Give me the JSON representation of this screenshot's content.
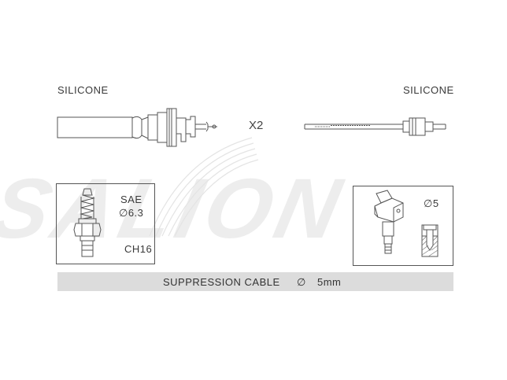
{
  "labels": {
    "left_material": "SILICONE",
    "right_material": "SILICONE",
    "quantity": "X2",
    "sae": "SAE",
    "sae_diameter": "∅6.3",
    "hex": "CH16",
    "coil_diameter": "∅5",
    "brand_watermark": "SALION"
  },
  "footer": {
    "cable_type": "SUPPRESSION CABLE",
    "diameter_symbol": "∅",
    "diameter_value": "5mm"
  },
  "colors": {
    "line": "#555555",
    "bar": "#dcdcdc",
    "watermark": "#e9e9e9",
    "text": "#333333"
  }
}
